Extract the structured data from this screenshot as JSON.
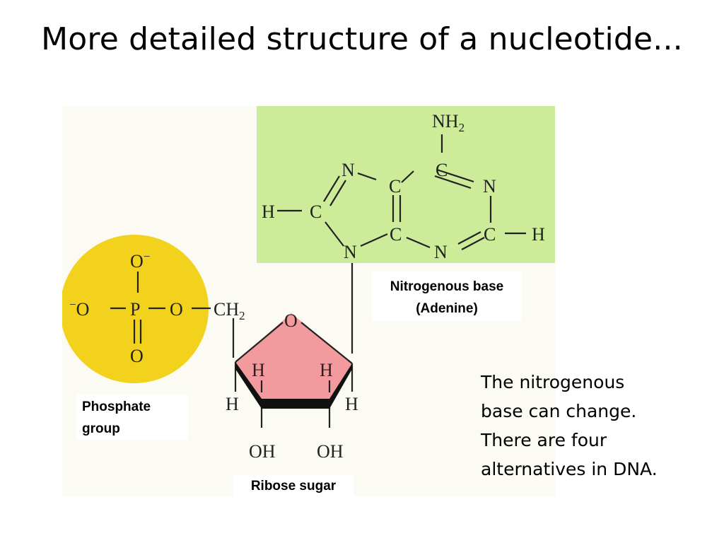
{
  "title": "More detailed structure of a nucleotide...",
  "colors": {
    "phosphate": "#f2d21c",
    "base": "#ccec9a",
    "ribose": "#f29a9e",
    "background": "#fbfaf3"
  },
  "labels": {
    "base": [
      "Nitrogenous base",
      "(Adenine)"
    ],
    "phosphate": [
      "Phosphate",
      "group"
    ],
    "ribose": "Ribose sugar"
  },
  "note": [
    "The nitrogenous",
    "base can change.",
    "There are four",
    "alternatives in DNA."
  ],
  "atoms": {
    "nh2": "NH",
    "nh2_sub": "2",
    "n": "N",
    "c": "C",
    "h": "H",
    "o": "O",
    "p": "P",
    "o_minus": "O",
    "minus": "−",
    "ch2": "CH",
    "ch2_sub": "2",
    "oh": "OH"
  }
}
